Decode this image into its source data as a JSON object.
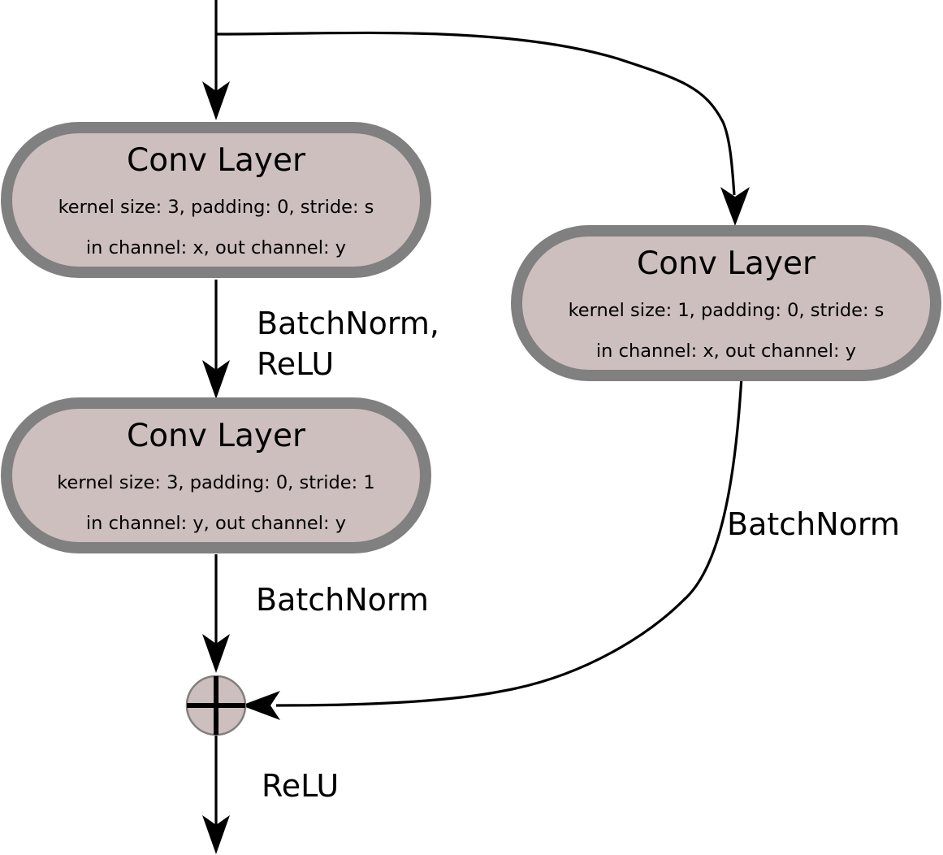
{
  "nodes": {
    "conv_a": {
      "title": "Conv Layer",
      "line1": "kernel size: 3, padding: 0, stride: s",
      "line2": "in channel: x, out channel: y"
    },
    "conv_b": {
      "title": "Conv Layer",
      "line1": "kernel size: 3, padding: 0, stride: 1",
      "line2": "in channel: y, out channel: y"
    },
    "conv_shortcut": {
      "title": "Conv Layer",
      "line1": "kernel size: 1, padding: 0, stride: s",
      "line2": "in channel: x, out channel: y"
    }
  },
  "edge_labels": {
    "a_to_b_line1": "BatchNorm,",
    "a_to_b_line2": "ReLU",
    "b_to_sum": "BatchNorm",
    "shortcut_to_sum": "BatchNorm",
    "sum_out": "ReLU"
  },
  "colors": {
    "node_fill": "#cdbfbe",
    "node_border": "#808080",
    "line": "#000000"
  }
}
